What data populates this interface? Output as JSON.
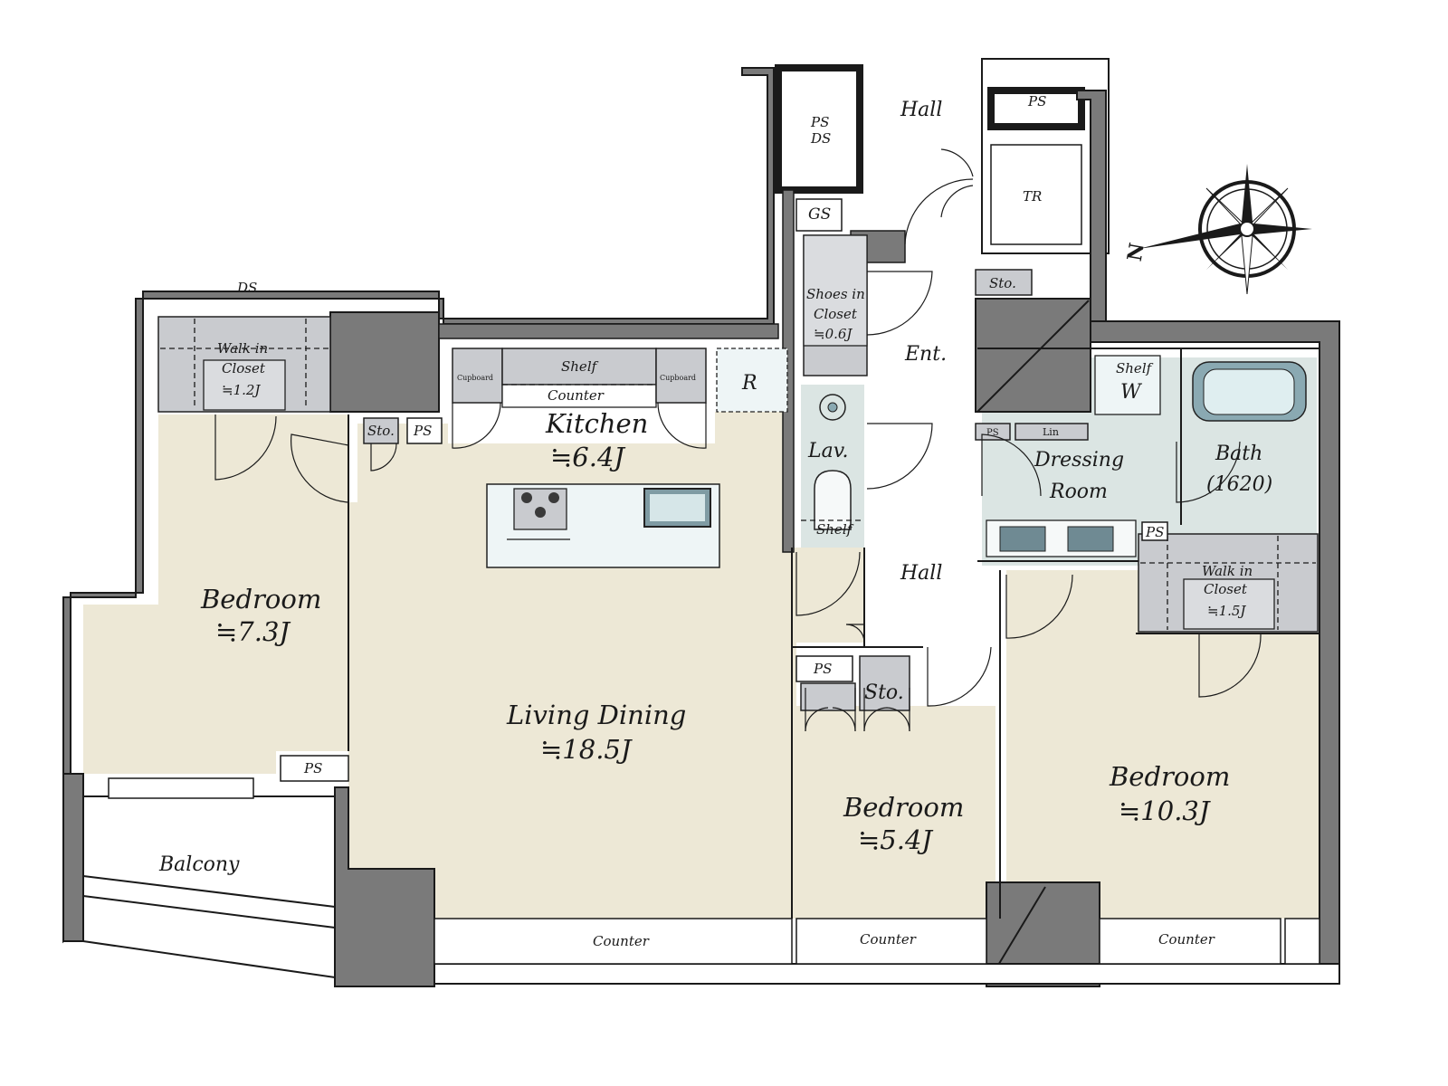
{
  "plan": {
    "rooms": {
      "hall_top": "Hall",
      "hall_mid": "Hall",
      "entrance": "Ent.",
      "kitchen": "Kitchen",
      "kitchen_area": "≒6.4J",
      "living_dining": "Living Dining",
      "living_dining_area": "≒18.5J",
      "bedroom_west": "Bedroom",
      "bedroom_west_area": "≒7.3J",
      "bedroom_mid": "Bedroom",
      "bedroom_mid_area": "≒5.4J",
      "bedroom_east": "Bedroom",
      "bedroom_east_area": "≒10.3J",
      "balcony": "Balcony",
      "lavatory": "Lav.",
      "dressing_room_1": "Dressing",
      "dressing_room_2": "Room",
      "bath": "Bath",
      "bath_size": "(1620)"
    },
    "closets": {
      "wic_west_1": "Walk in",
      "wic_west_2": "Closet",
      "wic_west_area": "≒1.2J",
      "shoes_1": "Shoes in",
      "shoes_2": "Closet",
      "shoes_area": "≒0.6J",
      "wic_east_1": "Walk in",
      "wic_east_2": "Closet",
      "wic_east_area": "≒1.5J"
    },
    "fixtures": {
      "ds_top": "DS",
      "ps_ds_1": "PS",
      "ps_ds_2": "DS",
      "ps_top_right": "PS",
      "tr": "TR",
      "gs": "GS",
      "sto_ent": "Sto.",
      "sto_west": "Sto.",
      "ps_west": "PS",
      "ps_west_low": "PS",
      "shelf_kitchen": "Shelf",
      "counter_kitchen": "Counter",
      "cupboard_left": "Cupboard",
      "cupboard_right": "Cupboard",
      "refrigerator": "R",
      "shelf_lav": "Shelf",
      "shelf_w_1": "Shelf",
      "shelf_w_2": "W",
      "ps_dress": "PS",
      "lin": "Lin",
      "ps_bath": "PS",
      "ps_mid": "PS",
      "sto_mid": "Sto.",
      "counter_ld": "Counter",
      "counter_mid": "Counter",
      "counter_east": "Counter"
    },
    "compass": {
      "north_label": "N"
    }
  },
  "colors": {
    "wall": "#7a7a7a",
    "floor_beige": "#ede8d6",
    "floor_blue": "#dbe5e3",
    "closet_gray": "#c9cbcf"
  }
}
